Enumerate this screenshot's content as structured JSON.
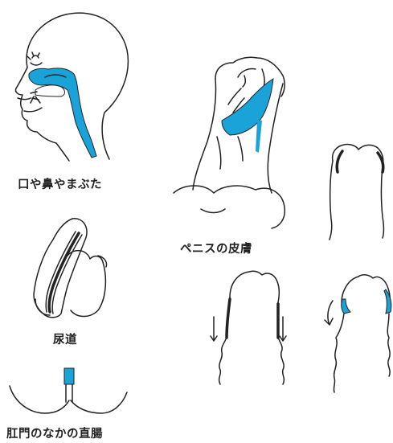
{
  "labels": {
    "mouth_nose_eyelids": "口や鼻やまぶた",
    "penile_skin": "ペニスの皮膚",
    "urethra": "尿道",
    "rectum_inside_anus": "肛門のなかの直腸"
  },
  "colors": {
    "mucosa_highlight": "#1aa3d9",
    "line": "#222222",
    "background": "#ffffff"
  }
}
